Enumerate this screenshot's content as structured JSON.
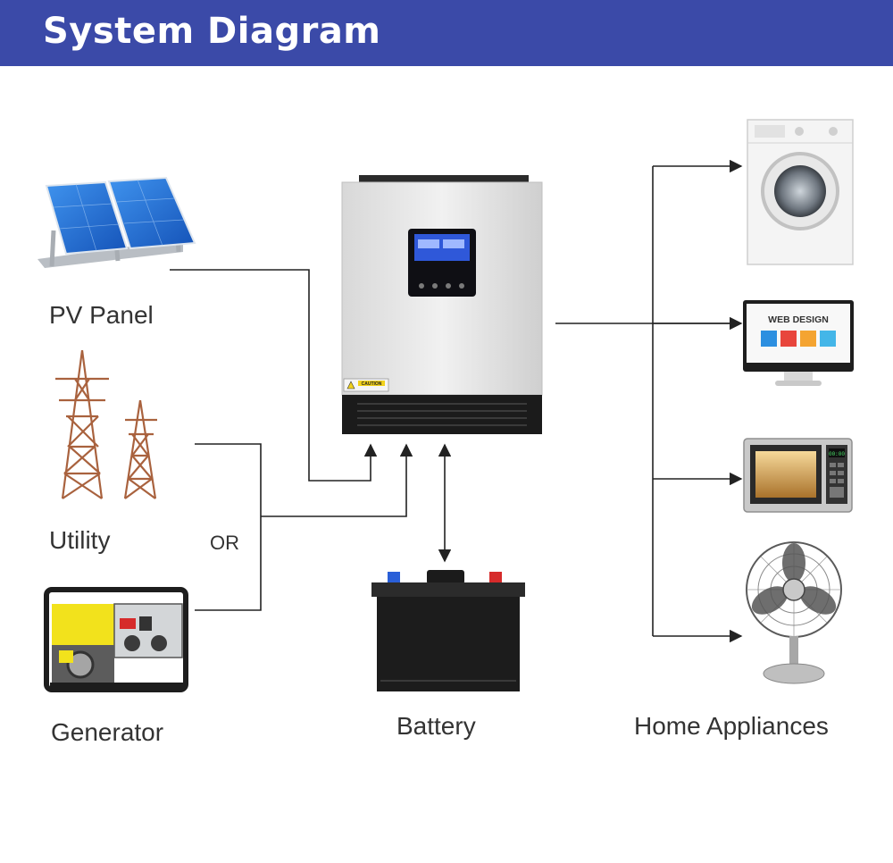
{
  "header": {
    "title": "System Diagram",
    "bg_color": "#3b4aa8"
  },
  "labels": {
    "pv_panel": "PV Panel",
    "utility": "Utility",
    "or": "OR",
    "generator": "Generator",
    "battery": "Battery",
    "home_appliances": "Home Appliances"
  },
  "inverter": {
    "caution": "CAUTION"
  },
  "monitor": {
    "title": "WEB DESIGN"
  },
  "microwave": {
    "display": "00:00"
  },
  "colors": {
    "line": "#222222",
    "panel_blue": "#1f6fd6"
  }
}
